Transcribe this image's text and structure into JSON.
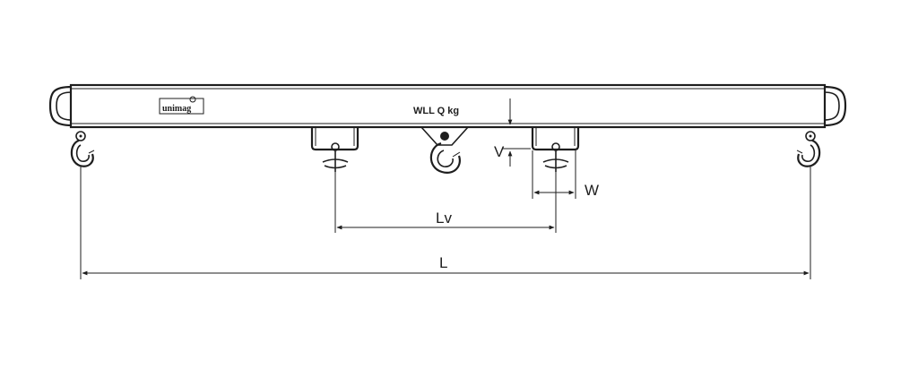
{
  "diagram": {
    "beam_label": "WLL Q kg",
    "logo_text": "unimag",
    "dimensions": {
      "v": "V",
      "w": "W",
      "lv": "Lv",
      "l": "L"
    }
  },
  "colors": {
    "line": "#1e1e1e",
    "background": "#ffffff"
  }
}
